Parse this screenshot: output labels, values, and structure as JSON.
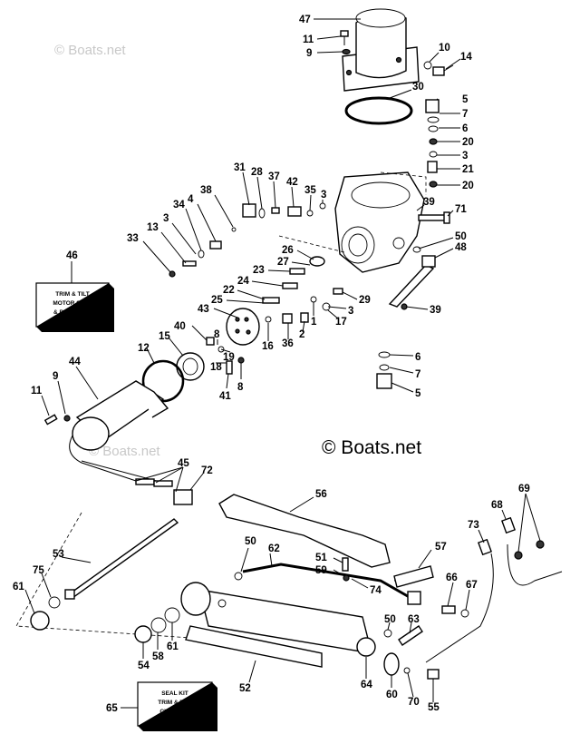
{
  "watermarks": {
    "top_left": "© Boats.net",
    "center": "© Boats.net",
    "bottom_left": "© Boats.net"
  },
  "kit_boxes": {
    "motor_kit": {
      "number": "46",
      "text": [
        "TRIM & TILT",
        "MOTOR SEAL",
        "& BRUSH KIT"
      ]
    },
    "seal_kit": {
      "number": "65",
      "text": [
        "SEAL KIT",
        "TRIM & TILT",
        "CYLINDER"
      ]
    }
  },
  "callouts": {
    "c47": "47",
    "c11a": "11",
    "c9a": "9",
    "c10": "10",
    "c14": "14",
    "c30": "30",
    "c5a": "5",
    "c7a": "7",
    "c6a": "6",
    "c20a": "20",
    "c3a": "3",
    "c21": "21",
    "c20b": "20",
    "c31": "31",
    "c28": "28",
    "c37": "37",
    "c42": "42",
    "c35": "35",
    "c3b": "3",
    "c38": "38",
    "c4": "4",
    "c34": "34",
    "c3c": "3",
    "c13": "13",
    "c33": "33",
    "c39a": "39",
    "c71": "71",
    "c50a": "50",
    "c48": "48",
    "c26": "26",
    "c27": "27",
    "c23": "23",
    "c24": "24",
    "c22": "22",
    "c25": "25",
    "c43": "43",
    "c29": "29",
    "c3d": "3",
    "c17": "17",
    "c1": "1",
    "c2": "2",
    "c36": "36",
    "c16": "16",
    "c39b": "39",
    "c40": "40",
    "c15": "15",
    "c12": "12",
    "c19": "19",
    "c18": "18",
    "c41": "41",
    "c8a": "8",
    "c8b": "8",
    "c6b": "6",
    "c7b": "7",
    "c5b": "5",
    "c44": "44",
    "c11b": "11",
    "c9b": "9",
    "c45": "45",
    "c72": "72",
    "c56": "56",
    "c50b": "50",
    "c62": "62",
    "c51": "51",
    "c59": "59",
    "c74": "74",
    "c57": "57",
    "c73": "73",
    "c68": "68",
    "c69": "69",
    "c53": "53",
    "c75": "75",
    "c61a": "61",
    "c66": "66",
    "c67": "67",
    "c50c": "50",
    "c63": "63",
    "c54": "54",
    "c58": "58",
    "c61b": "61",
    "c52": "52",
    "c64": "64",
    "c60": "60",
    "c70": "70",
    "c55": "55"
  }
}
